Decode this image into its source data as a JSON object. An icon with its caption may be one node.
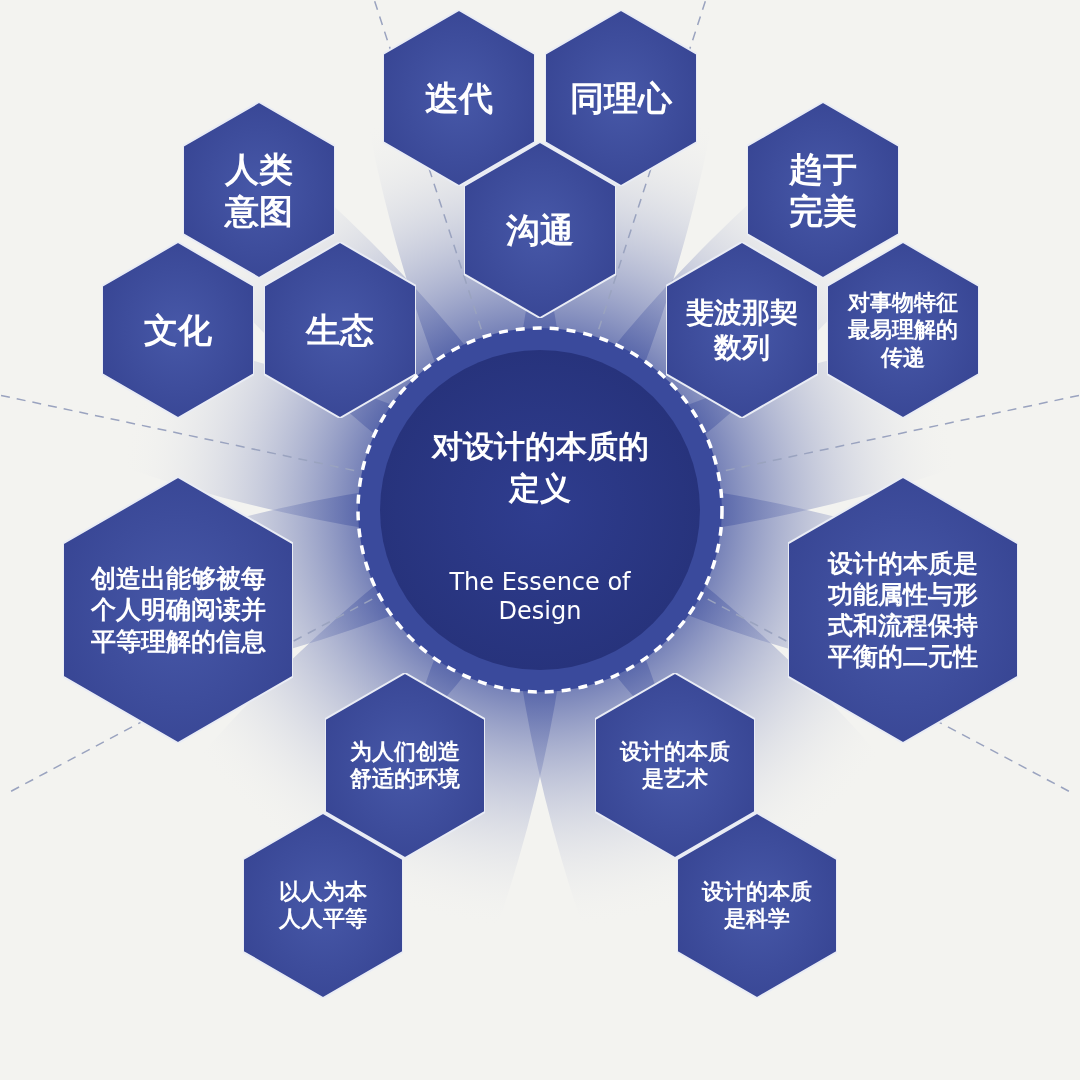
{
  "diagram": {
    "nodes": [
      {
        "text": [
          "对设计的本质的定义",
          "The Essence of Design"
        ]
      },
      {
        "text": [
          "迭代"
        ]
      },
      {
        "text": [
          "同理心"
        ]
      },
      {
        "text": [
          "人类意图"
        ]
      },
      {
        "text": [
          "趋于完美"
        ]
      },
      {
        "text": [
          "沟通"
        ]
      },
      {
        "text": [
          "文化"
        ]
      },
      {
        "text": [
          "生态"
        ]
      },
      {
        "text": [
          "斐波那契数列"
        ]
      },
      {
        "text": [
          "对事物特征最易理解的传递"
        ]
      },
      {
        "text": [
          "创造出能够被每个人明确阅读并平等理解的信息"
        ]
      },
      {
        "text": [
          "设计的本质是功能属性与形式和流程保持平衡的二元性"
        ]
      },
      {
        "text": [
          "为人们创造舒适的环境"
        ]
      },
      {
        "text": [
          "设计的本质是艺术"
        ]
      },
      {
        "text": [
          "以人为本人人平等"
        ]
      },
      {
        "text": [
          "设计的本质是科学"
        ]
      }
    ]
  }
}
